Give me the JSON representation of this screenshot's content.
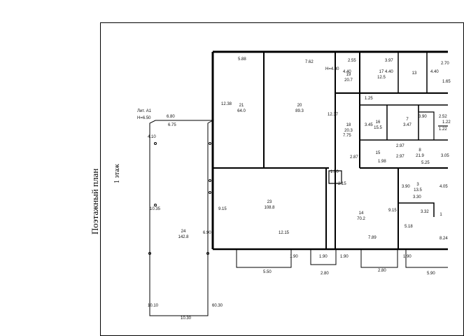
{
  "title": "Поэтажный план",
  "floor": "1 этаж",
  "annex": {
    "label": "Лит. А1",
    "height": "Н=6.50"
  },
  "height_main": "Н=4.30",
  "rooms": [
    {
      "id": "21",
      "area": "64.0"
    },
    {
      "id": "20",
      "area": "89.3"
    },
    {
      "id": "19",
      "area": "20.7"
    },
    {
      "id": "18",
      "area": "20.3"
    },
    {
      "id": "17",
      "area": "12.5"
    },
    {
      "id": "13",
      "area": ""
    },
    {
      "id": "16",
      "area": "15.5"
    },
    {
      "id": "7",
      "area": "3.47"
    },
    {
      "id": "15",
      "area": ""
    },
    {
      "id": "8",
      "area": "21.9"
    },
    {
      "id": "23",
      "area": "108.8"
    },
    {
      "id": "14",
      "area": "70.2"
    },
    {
      "id": "3",
      "area": "13.5"
    },
    {
      "id": "24",
      "area": "142.8"
    },
    {
      "id": "1",
      "area": ""
    }
  ],
  "dims": [
    "5.88",
    "7.62",
    "2.55",
    "3.97",
    "12.38",
    "12.37",
    "4.40",
    "4.40",
    "4.40",
    "2.70",
    "7.75",
    "3.45",
    "3.90",
    "2.52",
    "1.22",
    "2.87",
    "2.97",
    "1.98",
    "2.97",
    "5.25",
    "3.05",
    "9.15",
    "12.15",
    "1.50",
    "2.15",
    "9.15",
    "3.90",
    "3.30",
    "3.32",
    "5.18",
    "4.05",
    "8.24",
    "7.89",
    "1.90",
    "5.50",
    "1.90",
    "2.80",
    "1.90",
    "2.80",
    "1.90",
    "5.90",
    "6.80",
    "6.75",
    "4.10",
    "10.35",
    "6.90",
    "10.10",
    "10.30",
    "60.30",
    "1.25",
    "1.65",
    "1.22"
  ]
}
